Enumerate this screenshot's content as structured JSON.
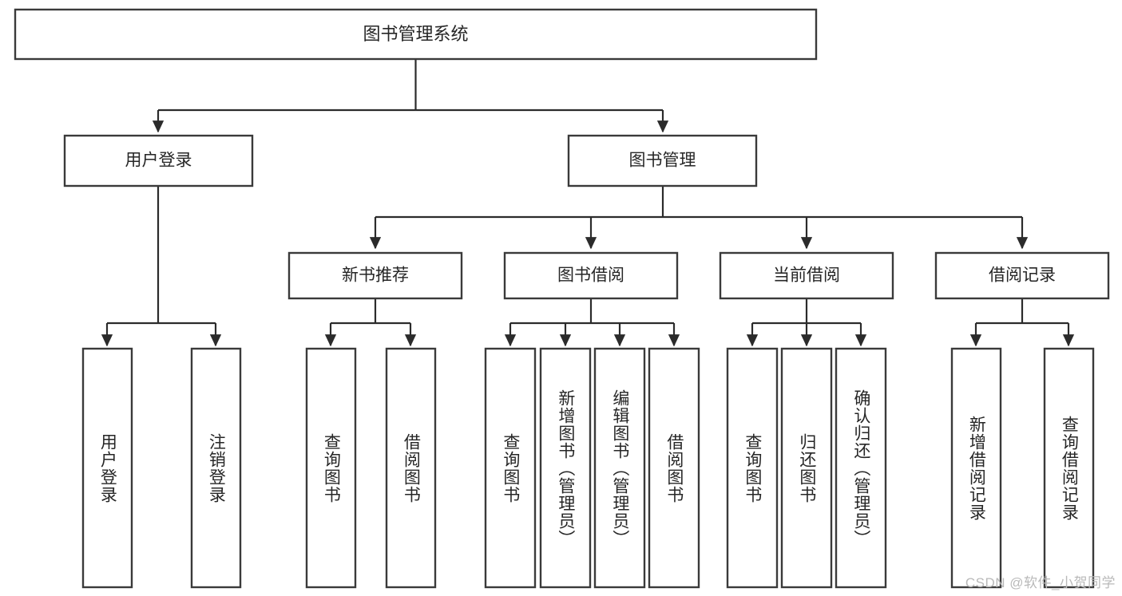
{
  "diagram": {
    "type": "tree",
    "title": "图书管理系统",
    "orientation": "top-down",
    "colors": {
      "background": "#ffffff",
      "node_fill": "#ffffff",
      "node_stroke": "#3a3a3a",
      "connector": "#2b2b2b",
      "text": "#262626",
      "watermark": "#b9b9b9"
    },
    "root": {
      "label": "图书管理系统"
    },
    "level2": [
      {
        "label": "用户登录"
      },
      {
        "label": "图书管理"
      }
    ],
    "level3": [
      {
        "label": "新书推荐"
      },
      {
        "label": "图书借阅"
      },
      {
        "label": "当前借阅"
      },
      {
        "label": "借阅记录"
      }
    ],
    "leaves": {
      "user_login": [
        {
          "label": "用户登录"
        },
        {
          "label": "注销登录"
        }
      ],
      "new_book_recommend": [
        {
          "label": "查询图书"
        },
        {
          "label": "借阅图书"
        }
      ],
      "book_borrow": [
        {
          "label": "查询图书"
        },
        {
          "label": "新增图书（管理员）"
        },
        {
          "label": "编辑图书（管理员）"
        },
        {
          "label": "借阅图书"
        }
      ],
      "current_borrow": [
        {
          "label": "查询图书"
        },
        {
          "label": "归还图书"
        },
        {
          "label": "确认归还（管理员）"
        }
      ],
      "borrow_record": [
        {
          "label": "新增借阅记录"
        },
        {
          "label": "查询借阅记录"
        }
      ]
    }
  },
  "watermark": {
    "text": "CSDN @软件_小贺同学"
  }
}
